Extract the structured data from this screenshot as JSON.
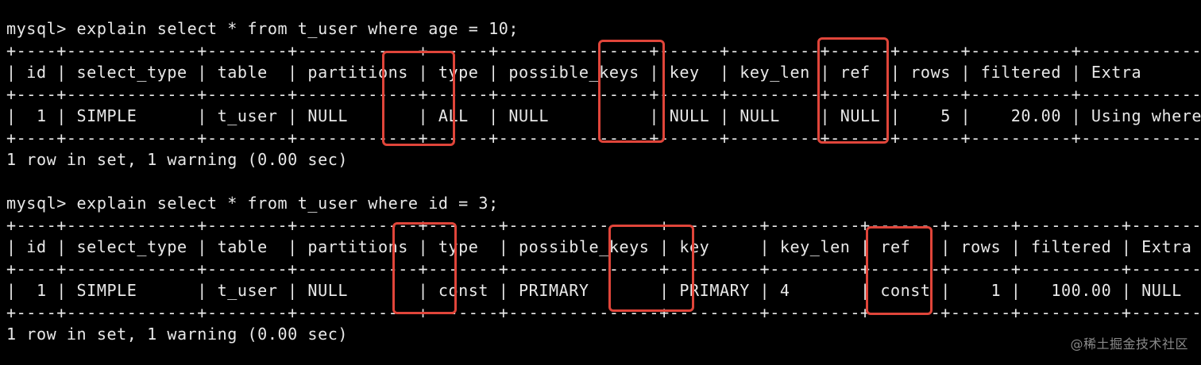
{
  "terminal": {
    "lines": [
      "mysql> explain select * from t_user where age = 10;",
      "+----+-------------+--------+------------+------+---------------+------+---------+------+------+----------+-------------+",
      "| id | select_type | table  | partitions | type | possible_keys | key  | key_len | ref  | rows | filtered | Extra       |",
      "+----+-------------+--------+------------+------+---------------+------+---------+------+------+----------+-------------+",
      "|  1 | SIMPLE      | t_user | NULL       | ALL  | NULL          | NULL | NULL    | NULL |    5 |    20.00 | Using where |",
      "+----+-------------+--------+------------+------+---------------+------+---------+------+------+----------+-------------+",
      "1 row in set, 1 warning (0.00 sec)",
      "",
      "mysql> explain select * from t_user where id = 3;",
      "+----+-------------+--------+------------+-------+---------------+---------+---------+-------+------+----------+-------+",
      "| id | select_type | table  | partitions | type  | possible_keys | key     | key_len | ref   | rows | filtered | Extra |",
      "+----+-------------+--------+------------+-------+---------------+---------+---------+-------+------+----------+-------+",
      "|  1 | SIMPLE      | t_user | NULL       | const | PRIMARY       | PRIMARY | 4       | const |    1 |   100.00 | NULL  |",
      "+----+-------------+--------+------------+-------+---------------+---------+---------+-------+------+----------+-------+",
      "1 row in set, 1 warning (0.00 sec)"
    ]
  },
  "watermark": "@稀土掘金技术社区",
  "colors": {
    "background": "#000000",
    "text": "#e8e8e8",
    "highlight": "#e0453a"
  }
}
